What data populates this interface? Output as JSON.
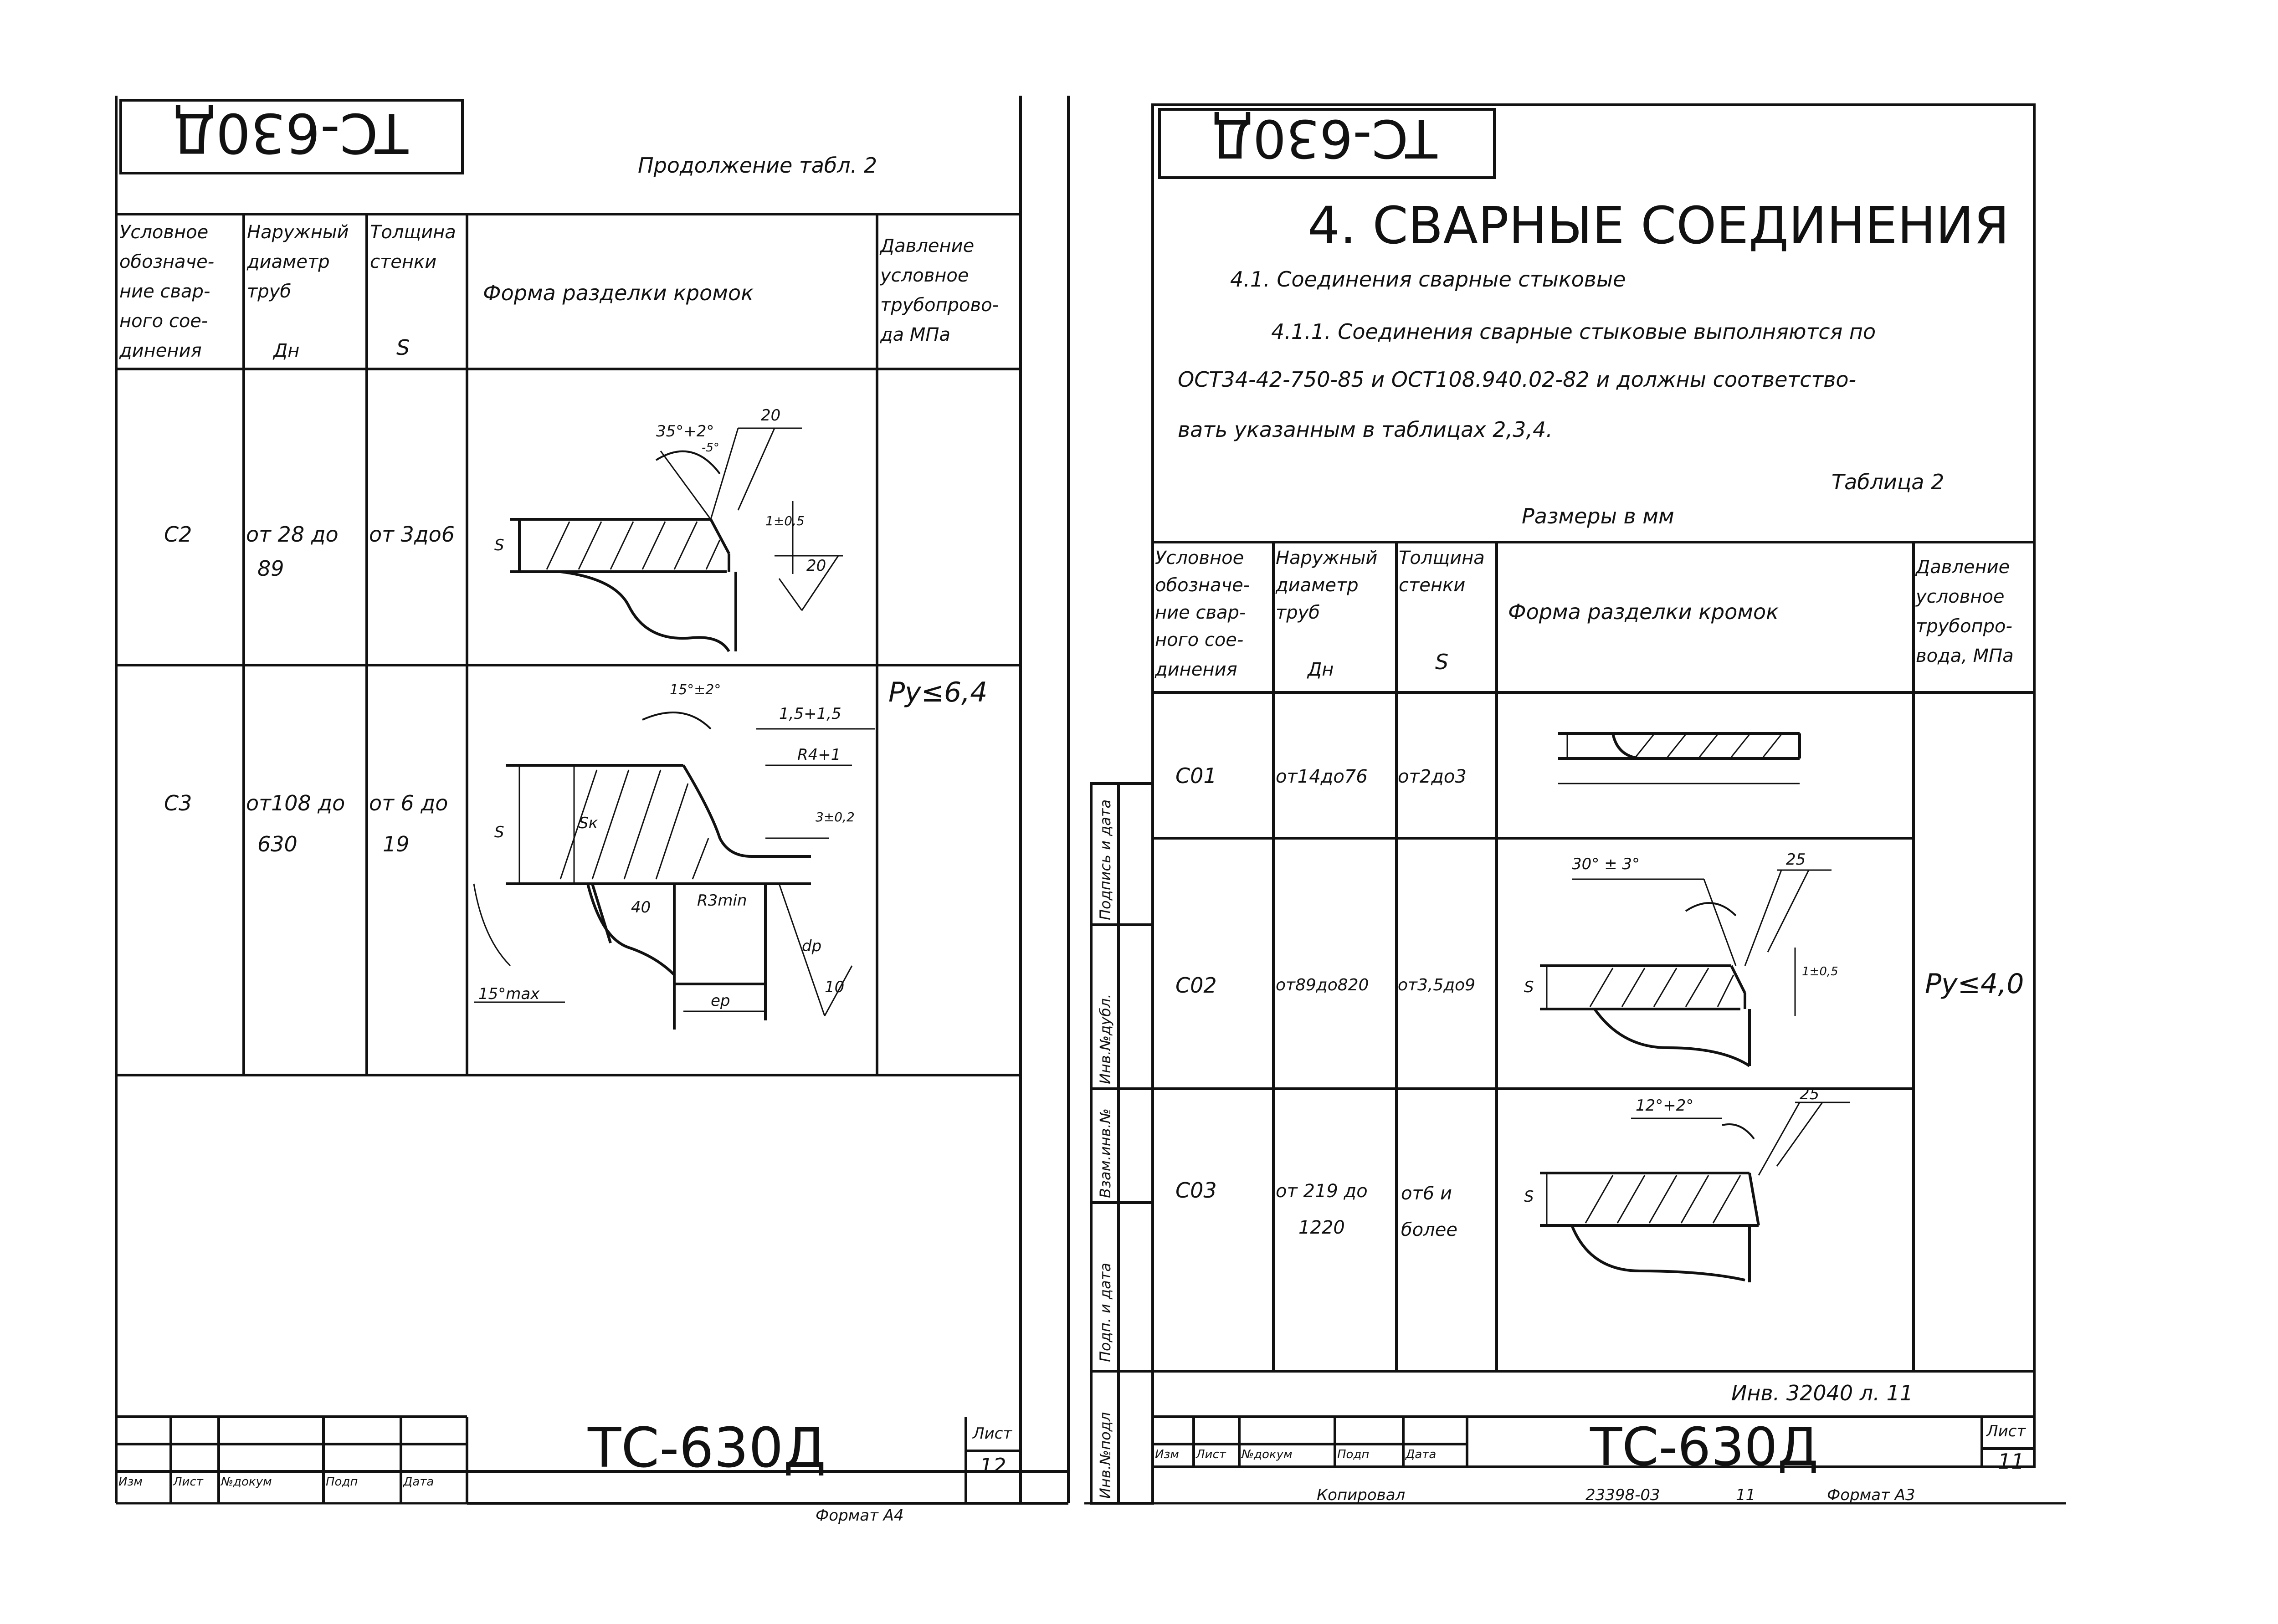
{
  "left_sheet": {
    "top_stamp": "TC-630Д",
    "continuation": "Продолжение табл. 2",
    "headers": {
      "col1": [
        "Условное",
        "обозначе-",
        "ние свар-",
        "ного сое-",
        "динения"
      ],
      "col2": [
        "Наружный",
        "диаметр",
        "труб",
        "Дн"
      ],
      "col3": [
        "Толщина",
        "стенки",
        "S"
      ],
      "col4": "Форма разделки кромок",
      "col5": [
        "Давление",
        "условное",
        "трубопрово-",
        "да МПа"
      ]
    },
    "rows": [
      {
        "code": "С2",
        "diameter": [
          "от 28 до",
          "89"
        ],
        "thickness": "от 3до6"
      },
      {
        "code": "С3",
        "diameter": [
          "от108 до",
          "630"
        ],
        "thickness": [
          "от 6 до",
          "19"
        ]
      }
    ],
    "pressure": "Ру≤6,4",
    "c2_labels": {
      "angle": "35°+2°",
      "angle_tol": "-5°",
      "w1": "20",
      "w2": "20",
      "gap": "1±0,5",
      "s": "S"
    },
    "c3_labels": {
      "angle": "15°±2°",
      "dim1": "1,5+1,5",
      "radius": "R4+1",
      "dim2": "3±0,2",
      "sk": "Sк",
      "s": "S",
      "r3": "R3min",
      "d40": "40",
      "dp": "dp",
      "ep": "ep",
      "w": "10",
      "max": "15°max"
    },
    "title_block": {
      "designation": "ТС-630Д",
      "sheet_label": "Лист",
      "sheet_no": "12",
      "cols": [
        "Изм",
        "Лист",
        "№докум",
        "Подп",
        "Дата"
      ]
    },
    "format": "Формат А4"
  },
  "right_sheet": {
    "top_stamp": "TC-630Д",
    "section_title": "4. СВАРНЫЕ СОЕДИНЕНИЯ",
    "sub_1": "4.1. Соединения сварные стыковые",
    "para": [
      "4.1.1. Соединения сварные стыковые выполняются по",
      "ОСТ34-42-750-85 и ОСТ108.940.02-82 и должны соответство-",
      "вать указанным в таблицах 2,3,4."
    ],
    "table_label": "Таблица 2",
    "dims_label": "Размеры в мм",
    "headers": {
      "col1": [
        "Условное",
        "обозначе-",
        "ние свар-",
        "ного сое-",
        "динения"
      ],
      "col2": [
        "Наружный",
        "диаметр",
        "труб",
        "Дн"
      ],
      "col3": [
        "Толщина",
        "стенки",
        "S"
      ],
      "col4": "Форма разделки кромок",
      "col5": [
        "Давление",
        "условное",
        "трубопро-",
        "вода, МПа"
      ]
    },
    "rows": [
      {
        "code": "С01",
        "diameter": "от14до76",
        "thickness": "от2до3"
      },
      {
        "code": "С02",
        "diameter": "от89до820",
        "thickness": "от3,5до9"
      },
      {
        "code": "С03",
        "diameter": [
          "от 219 до",
          "1220"
        ],
        "thickness": [
          "от6 и",
          "более"
        ]
      }
    ],
    "pressure": "Ру≤4,0",
    "c02_labels": {
      "angle": "30° ± 3°",
      "w": "25",
      "gap": "1±0,5",
      "s": "S"
    },
    "c03_labels": {
      "angle": "12°+2°",
      "w": "25",
      "s": "S"
    },
    "side_labels": [
      "Инв.№подл",
      "Подп. и дата",
      "Взам.инв.№",
      "Инв.№дубл.",
      "Подпись и дата"
    ],
    "ref": "Инв. 32040 л. 11",
    "title_block": {
      "designation": "ТС-630Д",
      "sheet_label": "Лист",
      "sheet_no": "11",
      "cols": [
        "Изм",
        "Лист",
        "№докум",
        "Подп",
        "Дата"
      ]
    },
    "copied": "Копировал",
    "order": "23398-03",
    "order_sheet": "11",
    "format": "Формат А3"
  }
}
